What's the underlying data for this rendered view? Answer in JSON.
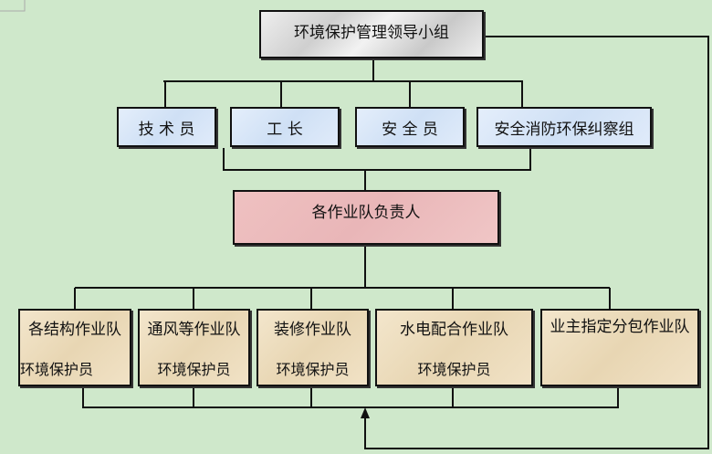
{
  "leader": "环境保护管理领导小组",
  "roles": [
    "技 术 员",
    "工 长",
    "安 全 员",
    "安全消防环保纠察组"
  ],
  "manager": "各作业队负责人",
  "teams": [
    {
      "name": "各结构作业队",
      "sub": "环境保护员"
    },
    {
      "name": "通风等作业队",
      "sub": "环境保护员"
    },
    {
      "name": "装修作业队",
      "sub": "环境保护员"
    },
    {
      "name": "水电配合作业队",
      "sub": "环境保护员"
    },
    {
      "name": "业主指定分包作业队",
      "sub": ""
    }
  ],
  "colors": {
    "background": "#cfe8cb",
    "line": "#111111"
  }
}
